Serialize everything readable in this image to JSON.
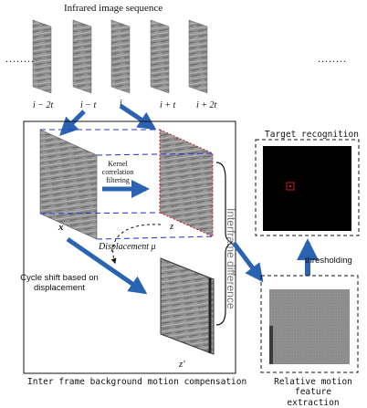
{
  "sequence": {
    "title": "Infrared image sequence",
    "dots": "........",
    "frame_labels": [
      "i − 2t",
      "i − t",
      "i",
      "i + t",
      "i + 2t"
    ]
  },
  "compensation": {
    "kernel_label": "Kernel correlation filtering",
    "x_label": "x",
    "z_label": "z",
    "displacement_label": "Displacement μ",
    "cycle_shift_label": "Cycle shift based on displacement",
    "z_prime_label": "z′",
    "section_title": "Inter frame background motion compensation"
  },
  "interframe_difference_label": "Interframe difference",
  "target": {
    "title": "Target recognition",
    "thresholding_label": "thresholding"
  },
  "relative": {
    "title": "Relative motion feature extraction"
  },
  "colors": {
    "arrow_blue": "#2b63b3",
    "dash_blue": "#2a3fd0",
    "red": "#d01818"
  }
}
